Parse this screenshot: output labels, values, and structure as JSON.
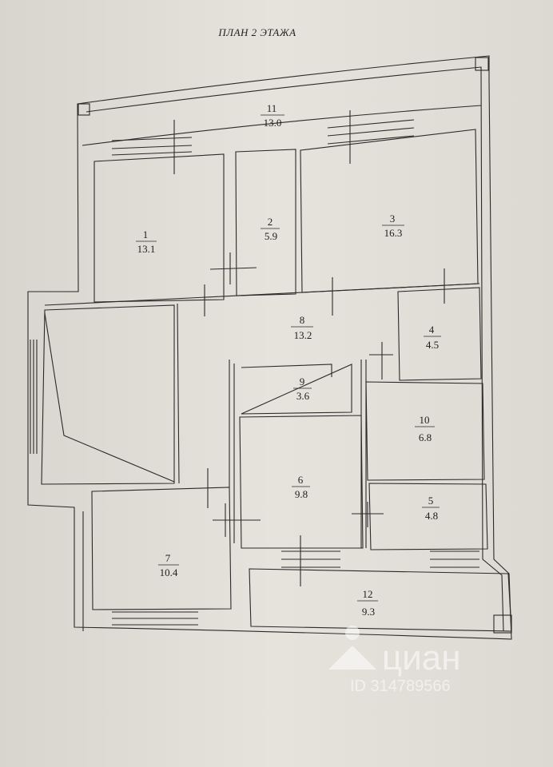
{
  "title": "ПЛАН 2 ЭТАЖА",
  "rooms": [
    {
      "id": "room-1",
      "number": "1",
      "area": "13.1"
    },
    {
      "id": "room-2",
      "number": "2",
      "area": "5.9"
    },
    {
      "id": "room-3",
      "number": "3",
      "area": "16.3"
    },
    {
      "id": "room-4",
      "number": "4",
      "area": "4.5"
    },
    {
      "id": "room-5",
      "number": "5",
      "area": "4.8"
    },
    {
      "id": "room-6",
      "number": "6",
      "area": "9.8"
    },
    {
      "id": "room-7",
      "number": "7",
      "area": "10.4"
    },
    {
      "id": "room-8",
      "number": "8",
      "area": "13.2"
    },
    {
      "id": "room-9",
      "number": "9",
      "area": "3.6"
    },
    {
      "id": "room-10",
      "number": "10",
      "area": "6.8"
    },
    {
      "id": "room-11",
      "number": "11",
      "area": "13.0"
    },
    {
      "id": "room-12",
      "number": "12",
      "area": "9.3"
    }
  ],
  "watermark": {
    "brand": "циан",
    "listing_id": "ID 314789566"
  },
  "colors": {
    "paper": "#e4e1da",
    "lines": "#2a2a2a",
    "watermark": "#ffffff"
  }
}
